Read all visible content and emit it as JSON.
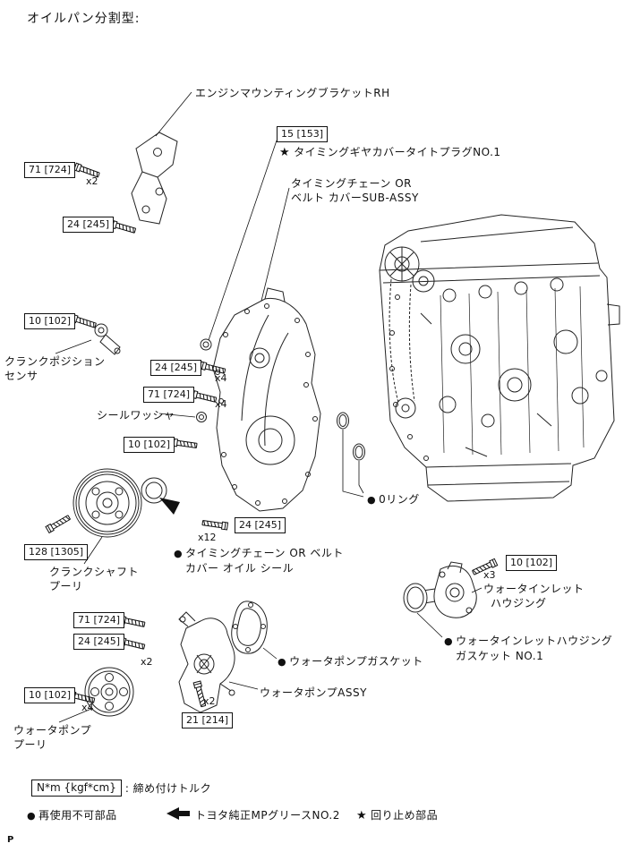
{
  "title": "オイルパン分割型:",
  "page_marker": "P",
  "icons": {
    "bullet": "●",
    "star": "★"
  },
  "torque": [
    {
      "value": "71 [724]",
      "qty": "x2"
    },
    {
      "value": "24 [245]",
      "qty": ""
    },
    {
      "value": "15 [153]",
      "qty": ""
    },
    {
      "value": "10 [102]",
      "qty": ""
    },
    {
      "value": "24 [245]",
      "qty": "x4"
    },
    {
      "value": "71 [724]",
      "qty": "x4"
    },
    {
      "value": "10 [102]",
      "qty": ""
    },
    {
      "value": "128 [1305]",
      "qty": ""
    },
    {
      "value": "24 [245]",
      "qty": "x12"
    },
    {
      "value": "10 [102]",
      "qty": "x3"
    },
    {
      "value": "71 [724]",
      "qty": ""
    },
    {
      "value": "24 [245]",
      "qty": "x2"
    },
    {
      "value": "10 [102]",
      "qty": "x4"
    },
    {
      "value": "21 [214]",
      "qty": "x2"
    }
  ],
  "labels": {
    "engine_mounting_bracket": "エンジンマウンティングブラケットRH",
    "timing_gear_cover_plug": "タイミングギヤカバータイトプラグNO.1",
    "timing_chain_cover_line1": "タイミングチェーン OR",
    "timing_chain_cover_line2": "ベルト カバーSUB-ASSY",
    "crank_position_sensor_line1": "クランクポジション",
    "crank_position_sensor_line2": "センサ",
    "seal_washer": "シールワッシャ",
    "crankshaft_pulley_line1": "クランクシャフト",
    "crankshaft_pulley_line2": "プーリ",
    "oil_seal_line1": "タイミングチェーン OR ベルト",
    "oil_seal_line2": "カバー オイル シール",
    "o_ring": "0リング",
    "water_inlet_housing_line1": "ウォータインレット",
    "water_inlet_housing_line2": "ハウジング",
    "water_inlet_gasket_line1": "ウォータインレットハウジング",
    "water_inlet_gasket_line2": "ガスケット NO.1",
    "water_pump_gasket": "ウォータポンプガスケット",
    "water_pump_assy": "ウォータポンプASSY",
    "water_pump_pulley_line1": "ウォータポンプ",
    "water_pump_pulley_line2": "プーリ"
  },
  "legend": {
    "torque_unit": "N*m {kgf*cm}",
    "torque_desc": ": 締め付けトルク",
    "non_reusable": "再使用不可部品",
    "grease": "トヨタ純正MPグリースNO.2",
    "anti_rotation": "回り止め部品"
  }
}
